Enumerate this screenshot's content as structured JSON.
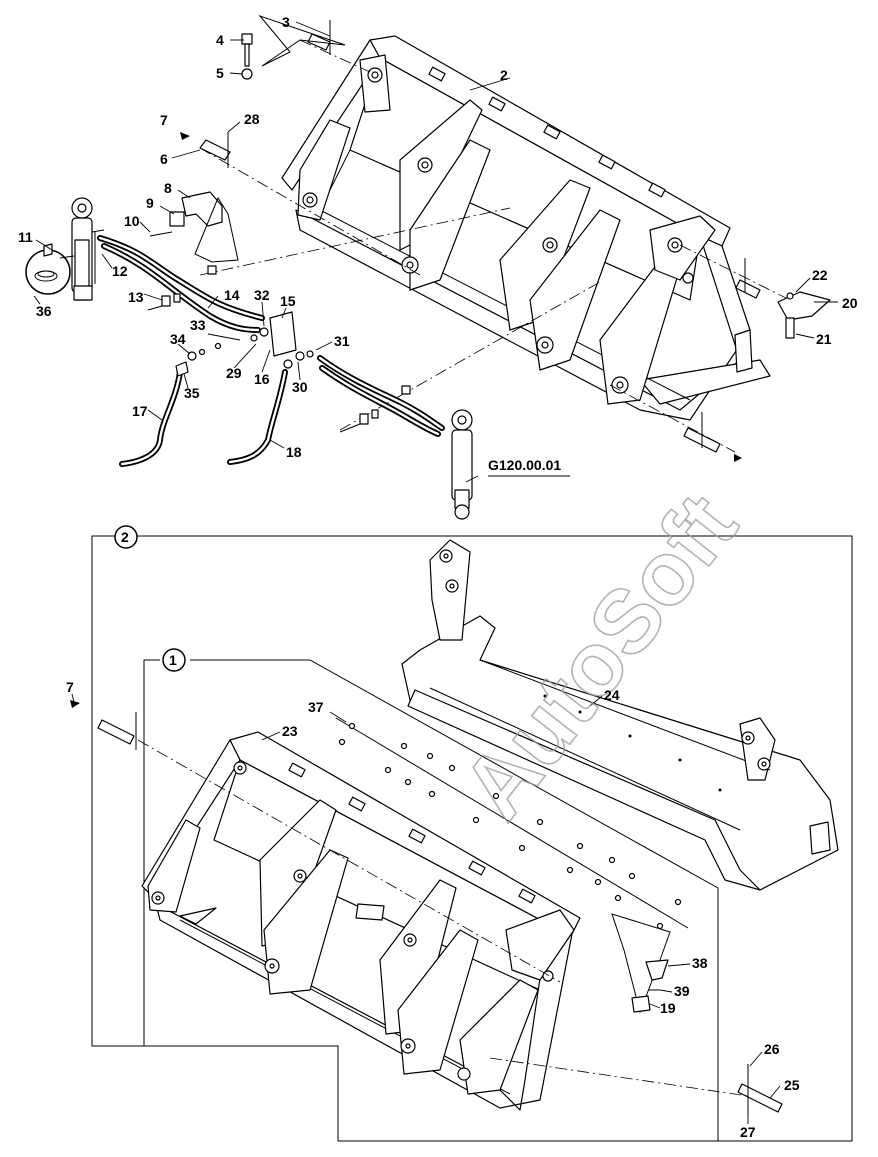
{
  "watermark": "AutoSoft",
  "assembly_code": "G120.00.01",
  "detail_markers": [
    "1",
    "2"
  ],
  "part_labels": {
    "p2": "2",
    "p3": "3",
    "p4": "4",
    "p5": "5",
    "p6": "6",
    "p7a": "7",
    "p7b": "7",
    "p8": "8",
    "p9": "9",
    "p10": "10",
    "p11": "11",
    "p12": "12",
    "p13": "13",
    "p14": "14",
    "p15": "15",
    "p16": "16",
    "p17": "17",
    "p18": "18",
    "p19": "19",
    "p20": "20",
    "p21": "21",
    "p22": "22",
    "p23": "23",
    "p24": "24",
    "p25": "25",
    "p26": "26",
    "p27": "27",
    "p28": "28",
    "p29": "29",
    "p30": "30",
    "p31": "31",
    "p32": "32",
    "p33": "33",
    "p34": "34",
    "p35": "35",
    "p36": "36",
    "p37": "37",
    "p38": "38",
    "p39": "39"
  }
}
